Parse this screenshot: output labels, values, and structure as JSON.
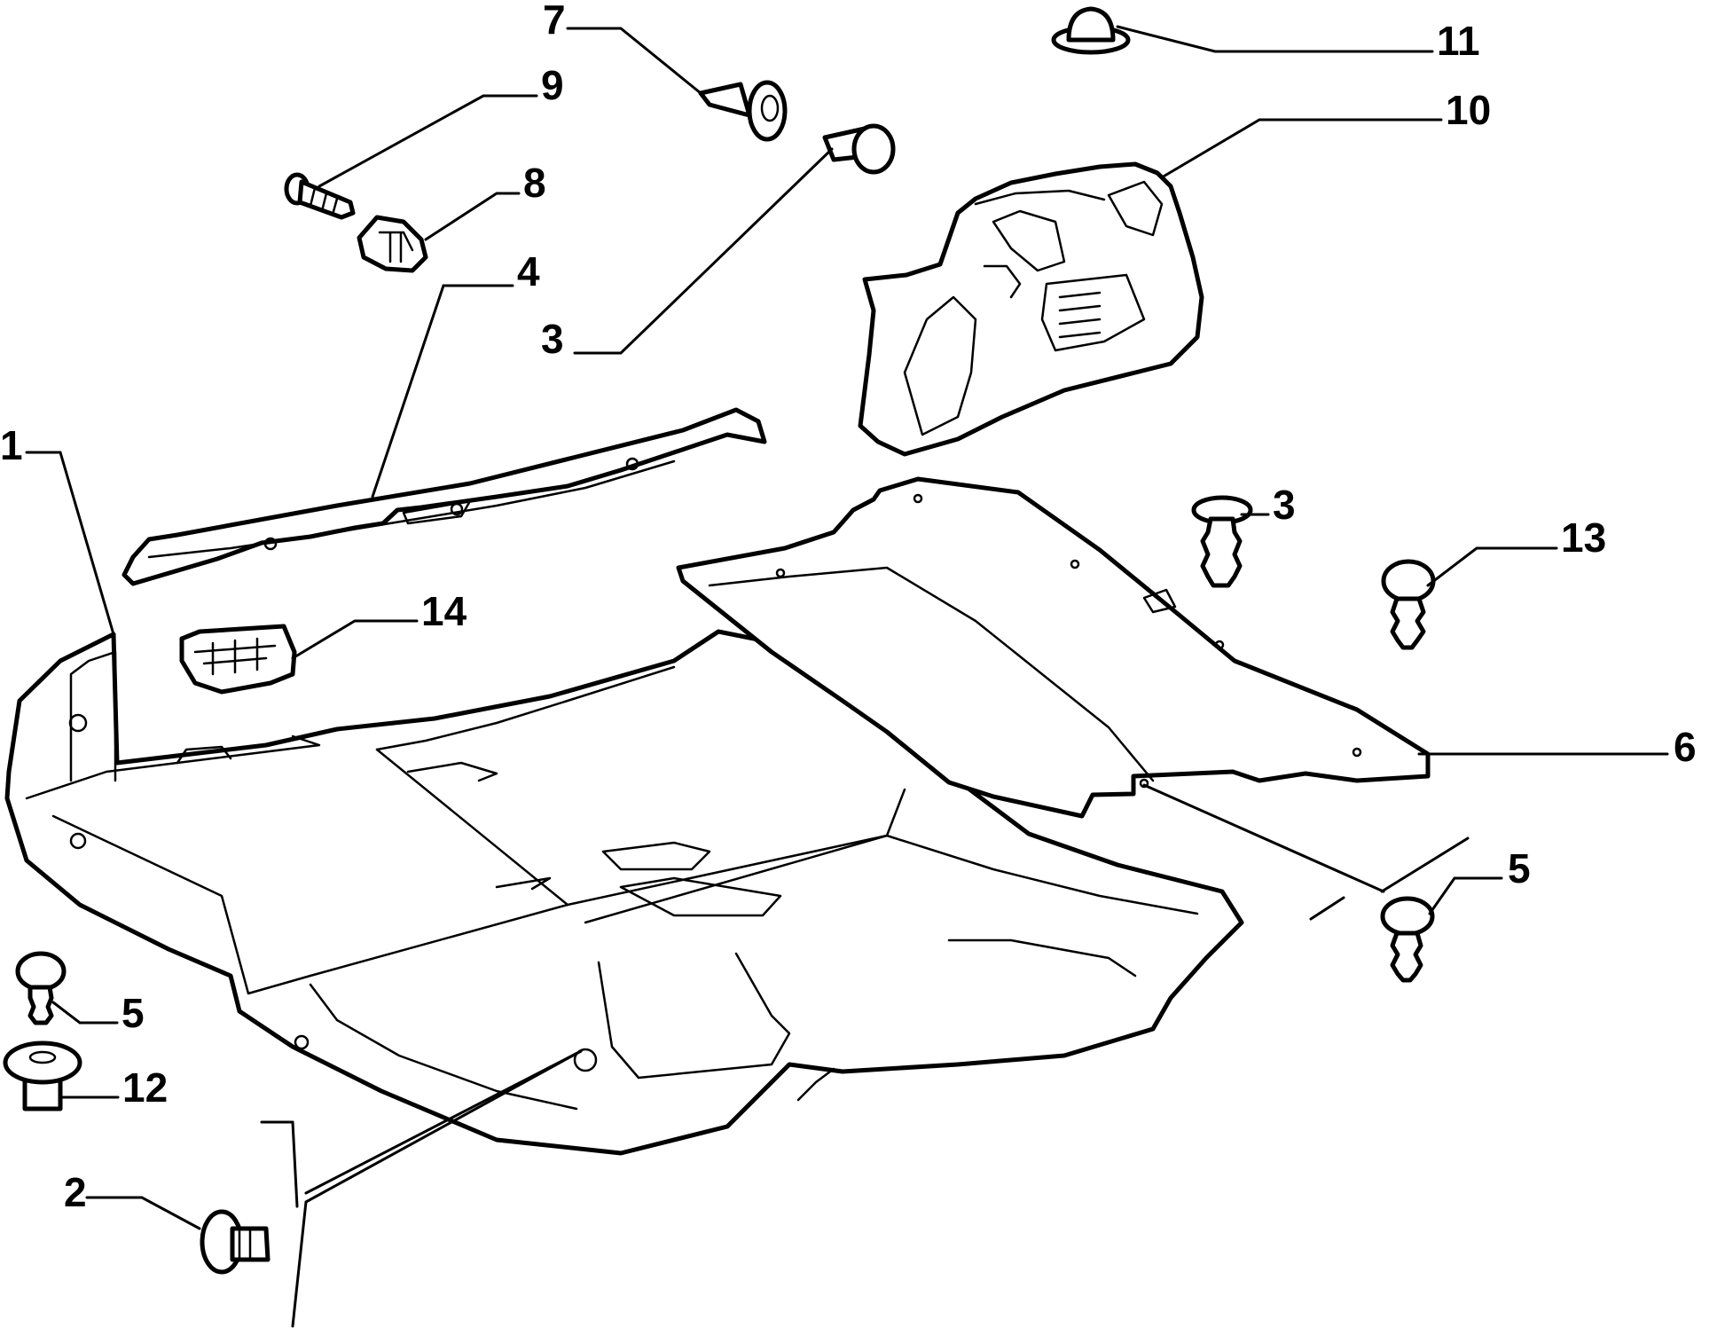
{
  "diagram": {
    "type": "exploded-parts-view",
    "line_color": "#000000",
    "background": "#ffffff",
    "callouts": [
      "1",
      "2",
      "3",
      "3",
      "4",
      "5",
      "5",
      "6",
      "7",
      "8",
      "9",
      "10",
      "11",
      "12",
      "13",
      "14"
    ]
  }
}
